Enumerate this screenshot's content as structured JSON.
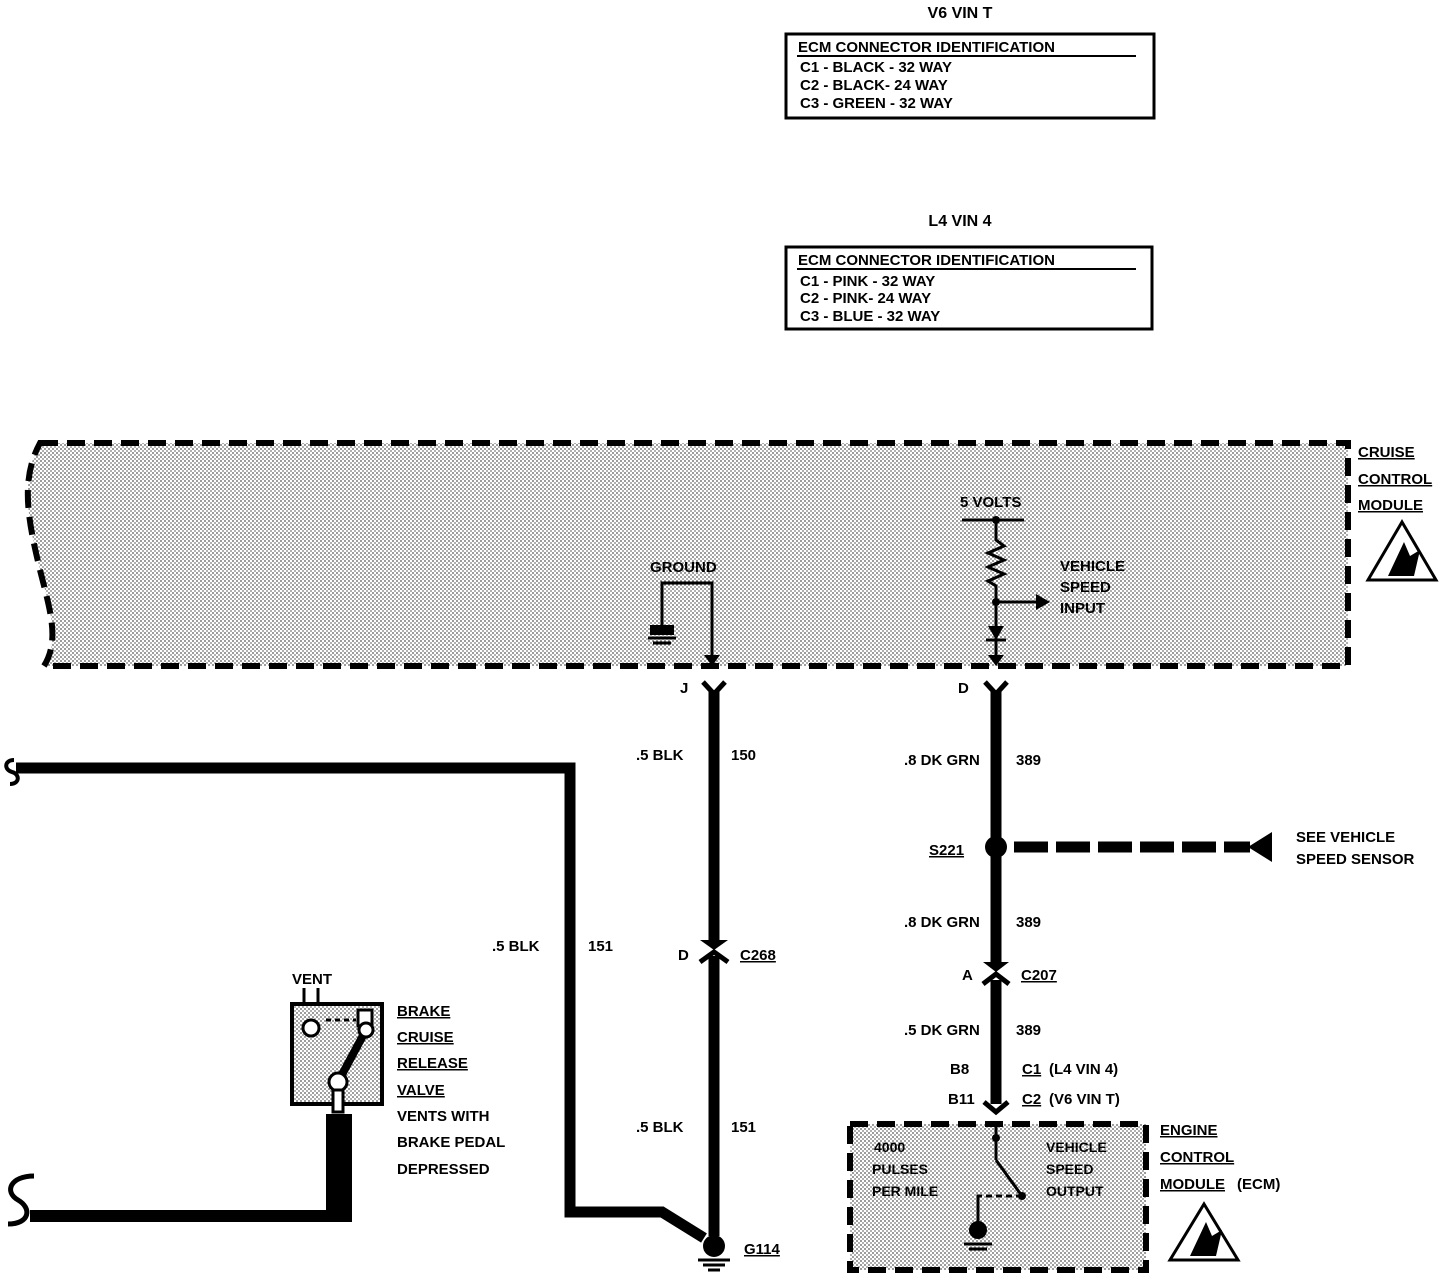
{
  "v6_block": {
    "heading": "V6 VIN T",
    "table_title": "ECM CONNECTOR IDENTIFICATION",
    "rows": [
      "C1 - BLACK - 32 WAY",
      "C2 - BLACK- 24 WAY",
      "C3 - GREEN - 32 WAY"
    ]
  },
  "l4_block": {
    "heading": "L4 VIN 4",
    "table_title": "ECM CONNECTOR IDENTIFICATION",
    "rows": [
      "C1 - PINK - 32 WAY",
      "C2 - PINK- 24 WAY",
      "C3 - BLUE - 32 WAY"
    ]
  },
  "cruise_module": {
    "name_lines": [
      "CRUISE",
      "CONTROL",
      "MODULE"
    ],
    "ground_label": "GROUND",
    "volts_label": "5 VOLTS",
    "vsi_lines": [
      "VEHICLE",
      "SPEED",
      "INPUT"
    ]
  },
  "pins": {
    "j": "J",
    "d_top": "D",
    "d_c268": "D",
    "a_c207": "A",
    "b8": "B8",
    "b11": "B11"
  },
  "wires": {
    "w150_size": ".5 BLK",
    "w150_num": "150",
    "w389a_size": ".8 DK GRN",
    "w389a_num": "389",
    "w389b_size": ".8 DK GRN",
    "w389b_num": "389",
    "w389c_size": ".5 DK GRN",
    "w389c_num": "389",
    "w151a_size": ".5 BLK",
    "w151a_num": "151",
    "w151b_size": ".5 BLK",
    "w151b_num": "151"
  },
  "connectors": {
    "s221": "S221",
    "c268": "C268",
    "c207": "C207",
    "c1": "C1",
    "c1_note": "(L4 VIN 4)",
    "c2": "C2",
    "c2_note": "(V6 VIN T)",
    "g114": "G114"
  },
  "vss_ref": [
    "SEE VEHICLE",
    "SPEED SENSOR"
  ],
  "brake_valve": {
    "vent": "VENT",
    "name_lines": [
      "BRAKE",
      "CRUISE",
      "RELEASE",
      "VALVE"
    ],
    "note_lines": [
      "VENTS WITH",
      "BRAKE PEDAL",
      "DEPRESSED"
    ]
  },
  "ecm": {
    "pulses_lines": [
      "4000",
      "PULSES",
      "PER MILE"
    ],
    "vso_lines": [
      "VEHICLE",
      "SPEED",
      "OUTPUT"
    ],
    "name_lines": [
      "ENGINE",
      "CONTROL"
    ],
    "name_last": "MODULE",
    "name_suffix": "(ECM)"
  }
}
